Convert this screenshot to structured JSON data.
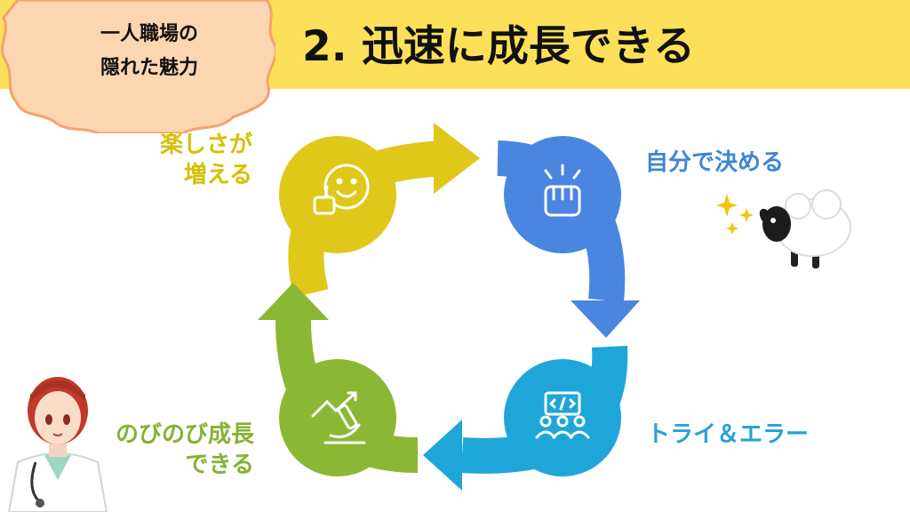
{
  "header": {
    "title": "2. 迅速に成長できる",
    "badge_line1": "一人職場の",
    "badge_line2": "隠れた魅力",
    "bg_color": "#fde05a"
  },
  "cycle": {
    "stages": [
      {
        "name": "yellow",
        "color": "#e0c81a",
        "icon": "smiley-thumbs-up-icon",
        "label_lines": [
          "楽しさが",
          "増える"
        ]
      },
      {
        "name": "blue",
        "color": "#4a86e0",
        "icon": "raised-fist-icon",
        "label_lines": [
          "自分で決める"
        ]
      },
      {
        "name": "teal",
        "color": "#1ea6d8",
        "icon": "team-code-icon",
        "label_lines": [
          "トライ＆エラー"
        ]
      },
      {
        "name": "green",
        "color": "#8bb834",
        "icon": "microscope-growth-icon",
        "label_lines": [
          "のびのび成長",
          "できる"
        ]
      }
    ]
  }
}
